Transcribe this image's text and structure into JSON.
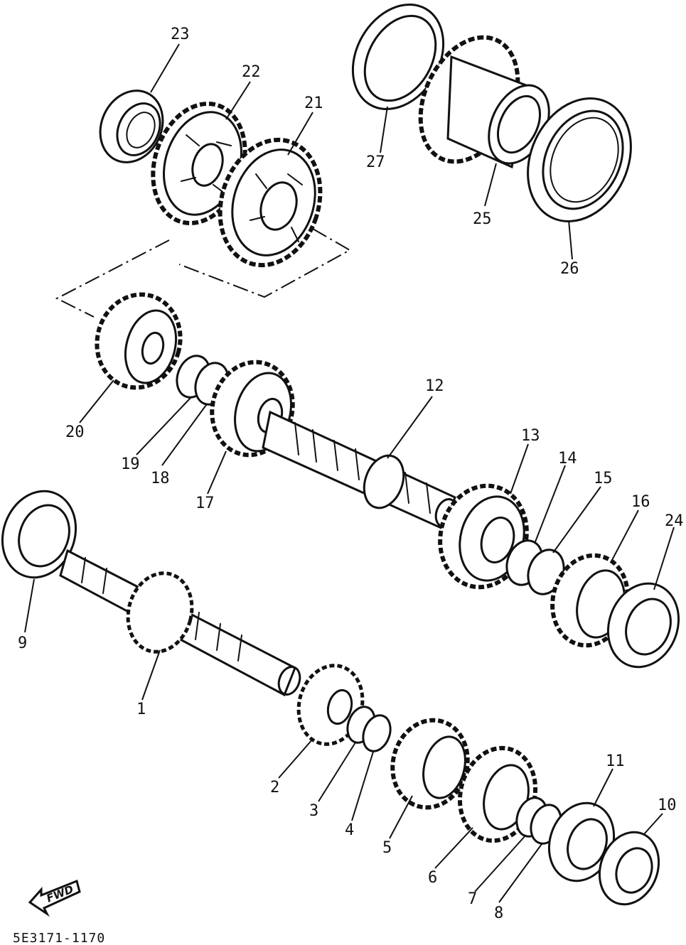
{
  "diagram": {
    "part_code": "5E3171-1170",
    "direction_label": "FWD",
    "callouts": [
      "1",
      "2",
      "3",
      "4",
      "5",
      "6",
      "7",
      "8",
      "9",
      "10",
      "11",
      "12",
      "13",
      "14",
      "15",
      "16",
      "17",
      "18",
      "19",
      "20",
      "21",
      "22",
      "23",
      "24",
      "25",
      "26",
      "27"
    ]
  }
}
